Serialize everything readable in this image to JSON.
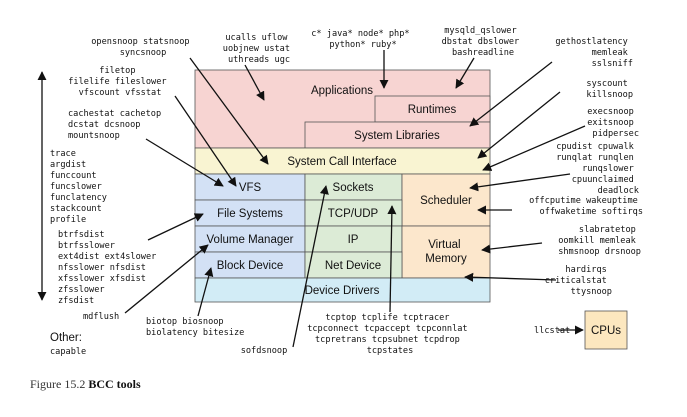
{
  "colors": {
    "applications": "#f7d4d2",
    "syscall": "#f9f4d2",
    "vfs_fs": "#d3e1f5",
    "net": "#dcebd6",
    "scheduler": "#fce7cc",
    "drivers": "#d2ecf6",
    "cpu": "#fce7bf"
  },
  "stack": {
    "applications": "Applications",
    "runtimes": "Runtimes",
    "system_libraries": "System Libraries",
    "system_call_interface": "System Call Interface",
    "vfs": "VFS",
    "sockets": "Sockets",
    "scheduler": "Scheduler",
    "file_systems": "File Systems",
    "tcp_udp": "TCP/UDP",
    "volume_manager": "Volume Manager",
    "ip": "IP",
    "virtual_memory": [
      "Virtual",
      "Memory"
    ],
    "block_device": "Block Device",
    "net_device": "Net Device",
    "device_drivers": "Device Drivers",
    "cpus": "CPUs"
  },
  "tools": {
    "opensnoop": [
      "opensnoop statsnoop",
      "syncsnoop"
    ],
    "ucalls": [
      "ucalls uflow",
      "uobjnew ustat",
      "uthreads ugc"
    ],
    "lang": [
      "c* java* node* php*",
      "python* ruby*"
    ],
    "mysqld": [
      "mysqld_qslower",
      "dbstat dbslower",
      "bashreadline"
    ],
    "gethost": [
      "gethostlatency",
      "memleak",
      "sslsniff"
    ],
    "filetop": [
      "filetop",
      "filelife fileslower",
      "vfscount vfsstat"
    ],
    "cachestat": [
      "cachestat cachetop",
      "dcstat dcsnoop",
      "mountsnoop"
    ],
    "trace": [
      "trace",
      "argdist",
      "funccount",
      "funcslower",
      "funclatency",
      "stackcount",
      "profile"
    ],
    "btrfs": [
      "btrfsdist",
      "btrfsslower",
      "ext4dist ext4slower",
      "nfsslower nfsdist",
      "xfsslower xfsdist",
      "zfsslower",
      "zfsdist"
    ],
    "mdflush": [
      "mdflush"
    ],
    "biotop": [
      "biotop biosnoop",
      "biolatency bitesize"
    ],
    "sofdsnoop": [
      "sofdsnoop"
    ],
    "tcptop": [
      "tcptop tcplife tcptracer",
      "tcpconnect tcpaccept tcpconnlat",
      "tcpretrans tcpsubnet tcpdrop",
      "tcpstates"
    ],
    "syscount": [
      "syscount",
      "killsnoop"
    ],
    "execsnoop": [
      "execsnoop",
      "exitsnoop",
      "pidpersec"
    ],
    "cpudist": [
      "cpudist cpuwalk",
      "runqlat runqlen",
      "runqslower",
      "cpuunclaimed",
      "deadlock"
    ],
    "offcputime": [
      "offcputime wakeuptime",
      "offwaketime softirqs"
    ],
    "slabratetop": [
      "slabratetop",
      "oomkill memleak",
      "shmsnoop drsnoop"
    ],
    "hardirqs": [
      "hardirqs",
      "criticalstat",
      "ttysnoop"
    ],
    "llcstat": [
      "llcstat"
    ]
  },
  "other_label": "Other:",
  "other_tools": [
    "capable"
  ],
  "caption": {
    "prefix": "Figure 15.2 ",
    "title": "BCC tools"
  }
}
